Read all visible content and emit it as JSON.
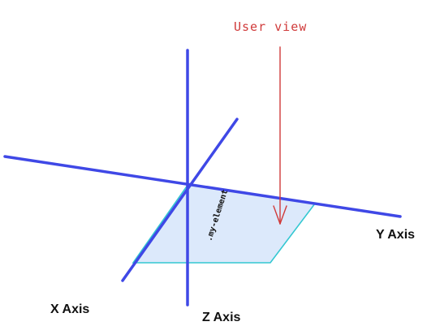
{
  "diagram": {
    "labels": {
      "x_axis": "X Axis",
      "y_axis": "Y Axis",
      "z_axis": "Z Axis",
      "user_view": "User view",
      "element": ".my-element"
    }
  },
  "colors": {
    "axis": "#3f48e6",
    "plane_fill": "#dce9fb",
    "plane_edge": "#33c7d1",
    "annotation": "#d03a3a",
    "text": "#111111"
  }
}
